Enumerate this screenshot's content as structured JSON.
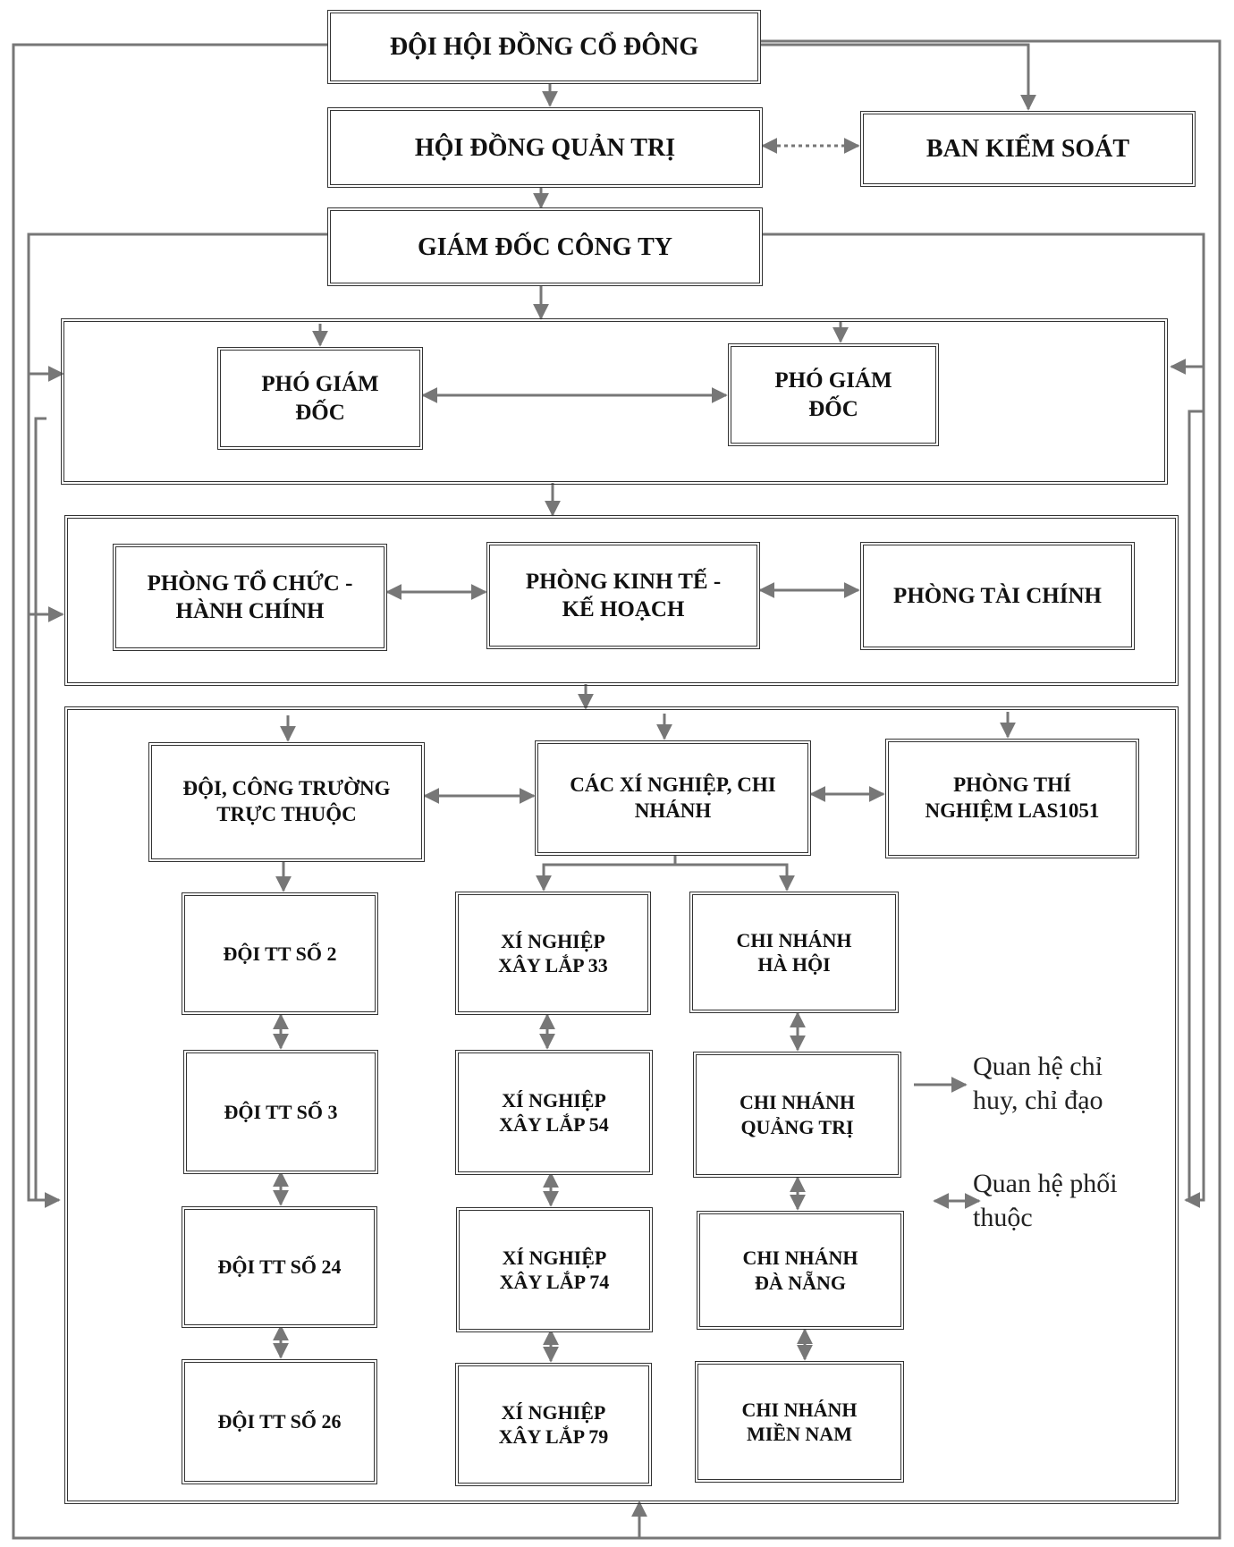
{
  "nodes": {
    "shareholders": "ĐỘI HỘI ĐỒNG CỔ ĐÔNG",
    "board": "HỘI ĐỒNG QUẢN TRỊ",
    "supervisory": "BAN KIỂM SOÁT",
    "director": "GIÁM ĐỐC CÔNG TY",
    "vice_director_1": "PHÓ GIÁM ĐỐC",
    "vice_director_2": "PHÓ GIÁM ĐỐC",
    "dept_admin": "PHÒNG TỔ CHỨC - HÀNH CHÍNH",
    "dept_planning": "PHÒNG KINH TẾ - KẾ HOẠCH",
    "dept_finance": "PHÒNG TÀI CHÍNH",
    "teams": "ĐỘI, CÔNG TRƯỜNG TRỰC THUỘC",
    "enterprises": "CÁC XÍ NGHIỆP, CHI NHÁNH",
    "lab": "PHÒNG THÍ NGHIỆM LAS1051",
    "team_2": "ĐỘI TT SỐ 2",
    "team_3": "ĐỘI TT SỐ 3",
    "team_24": "ĐỘI TT SỐ 24",
    "team_26": "ĐỘI TT SỐ 26",
    "ent_33": "XÍ NGHIỆP XÂY LẮP 33",
    "ent_54": "XÍ NGHIỆP XÂY LẮP 54",
    "ent_74": "XÍ NGHIỆP XÂY LẮP 74",
    "ent_79": "XÍ NGHIỆP XÂY LẮP 79",
    "branch_hahoi": "CHI NHÁNH HÀ HỘI",
    "branch_quangtri": "CHI NHÁNH QUẢNG TRỊ",
    "branch_danang": "CHI NHÁNH ĐÀ NẴNG",
    "branch_miennam": "CHI NHÁNH MIỀN NAM"
  },
  "legend": {
    "command": "Quan hệ chỉ huy, chỉ đạo",
    "coordination": "Quan hệ phối thuộc"
  },
  "colors": {
    "line": "#777777",
    "border": "#333333"
  }
}
